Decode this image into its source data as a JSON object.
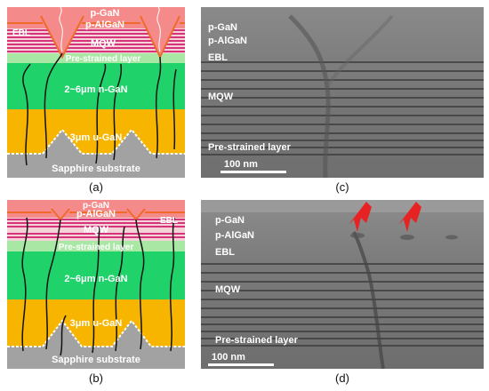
{
  "panel_a": {
    "caption": "(a)",
    "labels": {
      "p_gan": "p-GaN",
      "p_algan": "p-AlGaN",
      "ebl": "EBL",
      "mqw": "MQW",
      "prestrained": "Pre-strained layer",
      "n_gan": "2~6μm n-GaN",
      "u_gan": "3μm u-GaN",
      "sapphire": "Sapphire substrate"
    }
  },
  "panel_b": {
    "caption": "(b)",
    "labels": {
      "p_gan": "p-GaN",
      "p_algan": "p-AlGaN",
      "ebl": "EBL",
      "mqw": "MQW",
      "prestrained": "Pre-strained layer",
      "n_gan": "2~6μm n-GaN",
      "u_gan": "3μm u-GaN",
      "sapphire": "Sapphire substrate"
    }
  },
  "panel_c": {
    "caption": "(c)",
    "labels": {
      "p_gan": "p-GaN",
      "p_algan": "p-AlGaN",
      "ebl": "EBL",
      "mqw": "MQW",
      "prestrained": "Pre-strained layer"
    },
    "scale_bar": "100 nm"
  },
  "panel_d": {
    "caption": "(d)",
    "labels": {
      "p_gan": "p-GaN",
      "p_algan": "p-AlGaN",
      "ebl": "EBL",
      "mqw": "MQW",
      "prestrained": "Pre-strained layer"
    },
    "scale_bar": "100 nm"
  },
  "colors": {
    "p_gan": "#f58a8a",
    "p_algan_line": "#f06a2a",
    "mqw_stripe_a": "#d6337a",
    "mqw_stripe_b": "#f3d2d8",
    "prestrained": "#a9e7a5",
    "n_gan": "#1fd36a",
    "u_gan": "#f7b500",
    "sapphire": "#9f9f9f",
    "tem_bg": "#7a7a7a"
  }
}
